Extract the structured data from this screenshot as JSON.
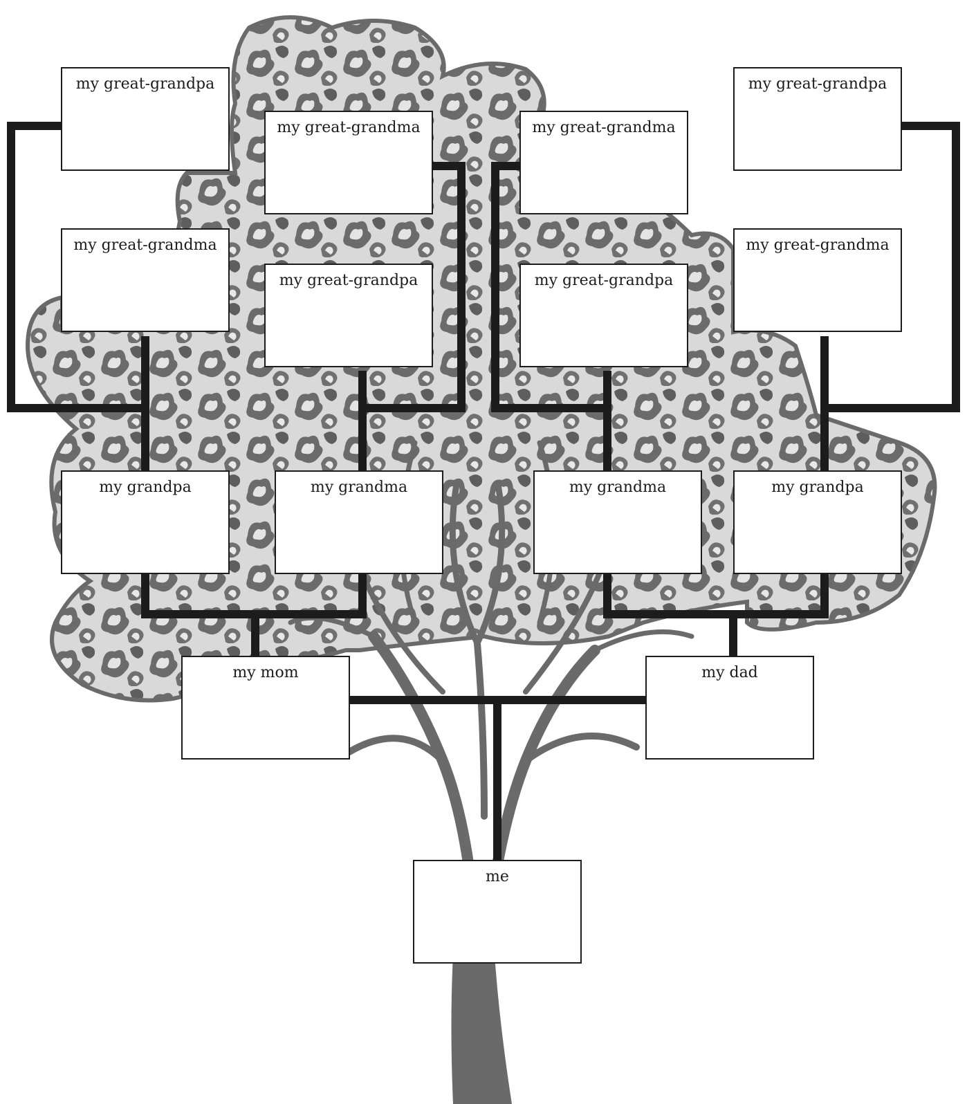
{
  "tree": {
    "great_grandparents": {
      "top_left": "my great-grandpa",
      "top_right": "my great-grandpa",
      "upper_mid_left": "my great-grandma",
      "upper_mid_right": "my great-grandma",
      "left_second": "my great-grandma",
      "right_second": "my great-grandma",
      "lower_mid_left": "my great-grandpa",
      "lower_mid_right": "my great-grandpa"
    },
    "grandparents": {
      "mom_father": "my grandpa",
      "mom_mother": "my grandma",
      "dad_mother": "my grandma",
      "dad_father": "my grandpa"
    },
    "parents": {
      "mom": "my mom",
      "dad": "my dad"
    },
    "self": "me"
  },
  "colors": {
    "foliage_dark": "#5f5f5f",
    "foliage_light": "#d6d6d6",
    "trunk": "#6a6a6a",
    "connector": "#1c1c1c",
    "box_border": "#1c1c1c",
    "box_fill": "#ffffff"
  }
}
